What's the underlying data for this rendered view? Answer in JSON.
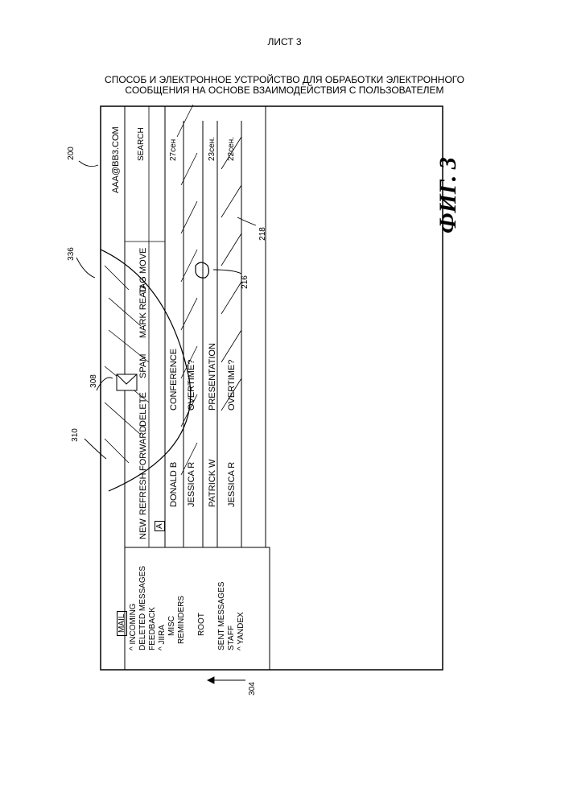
{
  "sheet": "ЛИСТ 3",
  "title_line1": "СПОСОБ И ЭЛЕКТРОННОЕ УСТРОЙСТВО ДЛЯ ОБРАБОТКИ ЭЛЕКТРОННОГО",
  "title_line2": "СООБЩЕНИЯ НА ОСНОВЕ ВЗАИМОДЕЙСТВИЯ С ПОЛЬЗОВАТЕЛЕМ",
  "figure_label": "ФИГ. 3",
  "refs": {
    "r200": "200",
    "r336": "336",
    "r308": "308",
    "r310": "310",
    "r216": "216",
    "r218": "218",
    "r304": "304"
  },
  "account": "AAA@BB3.COM",
  "search_label": "SEARCH",
  "mail_tab": "MAIL",
  "folder_pane": {
    "folders": [
      "^ INCOMING",
      "DELETED MESSAGES",
      "FEEDBACK",
      "^ JIIRA",
      "MISC",
      "REMINDERS",
      "ROOT",
      "SENT MESSAGES",
      "STAFF",
      "^ YANDEX"
    ]
  },
  "toolbar": {
    "items": [
      "NEW",
      "REFRESH",
      "FORWARD",
      "DELETE",
      "SPAM",
      "MARK READ",
      "TAG",
      "MOVE"
    ]
  },
  "messages": [
    {
      "sender": "DONALD B",
      "subject": "CONFERENCE",
      "date": "27сен"
    },
    {
      "sender": "JESSICA R",
      "subject": "OVERTIME?",
      "date": ""
    },
    {
      "sender": "PATRICK W",
      "subject": "PRESENTATION",
      "date": "23сен."
    },
    {
      "sender": "JESSICA R",
      "subject": "OVERTIME?",
      "date": "22сен."
    }
  ],
  "filter_label": "A"
}
